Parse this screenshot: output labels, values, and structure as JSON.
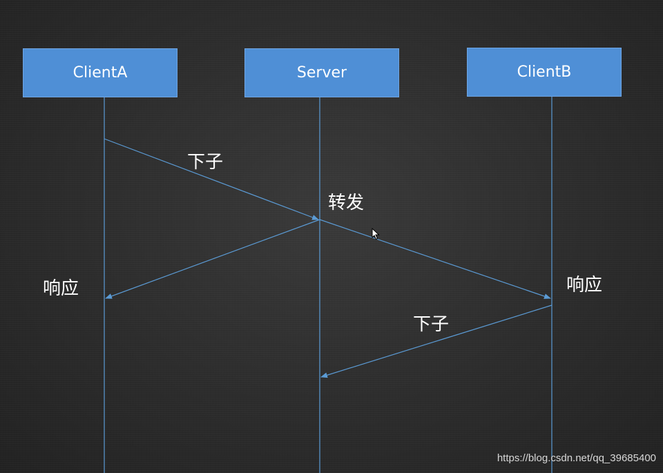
{
  "participants": {
    "client_a": "ClientA",
    "server": "Server",
    "client_b": "ClientB"
  },
  "messages": {
    "client_a_move": "下子",
    "server_forward": "转发",
    "client_a_response": "响应",
    "client_b_response": "响应",
    "client_b_move": "下子"
  },
  "watermark": "https://blog.csdn.net/qq_39685400",
  "colors": {
    "box_fill": "#4f8fd6",
    "line": "#5b9bd5",
    "background": "#2c2c2c",
    "text": "#ffffff"
  }
}
